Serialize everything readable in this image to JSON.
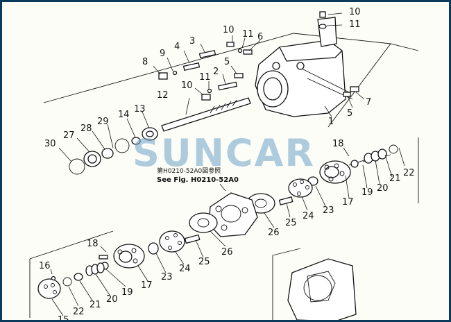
{
  "watermark": "SUNCAR",
  "reference": {
    "line1": "第H0210-52A0図参照",
    "line2": "See Fig. H0210-52A0"
  },
  "part_labels": [
    "10",
    "11",
    "10",
    "11",
    "6",
    "9",
    "4",
    "3",
    "8",
    "5",
    "2",
    "11",
    "10",
    "12",
    "7",
    "5",
    "1",
    "13",
    "14",
    "29",
    "28",
    "27",
    "30",
    "18",
    "22",
    "21",
    "20",
    "19",
    "17",
    "23",
    "24",
    "25",
    "26",
    "26",
    "25",
    "24",
    "23",
    "18",
    "16",
    "19",
    "20",
    "21",
    "22",
    "17",
    "15"
  ]
}
